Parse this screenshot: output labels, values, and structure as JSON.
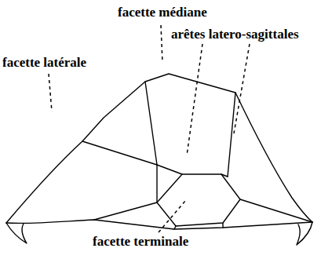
{
  "diagram": {
    "labels": [
      "facette médiane",
      "arêtes latero-sagittales",
      "facette latérale",
      "facette terminale"
    ]
  }
}
